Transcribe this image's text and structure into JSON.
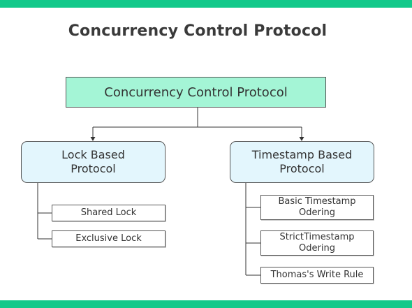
{
  "title": "Concurrency Control Protocol",
  "root": "Concurrency Control Protocol",
  "categories": [
    {
      "label_lines": [
        "Lock Based",
        "Protocol"
      ],
      "children": [
        {
          "lines": [
            "Shared Lock"
          ]
        },
        {
          "lines": [
            "Exclusive Lock"
          ]
        }
      ]
    },
    {
      "label_lines": [
        "Timestamp Based",
        "Protocol"
      ],
      "children": [
        {
          "lines": [
            "Basic Timestamp",
            "Odering"
          ]
        },
        {
          "lines": [
            "StrictTimestamp",
            "Odering"
          ]
        },
        {
          "lines": [
            "Thomas's Write Rule"
          ]
        }
      ]
    }
  ],
  "colors": {
    "band": "#12c98a",
    "root_fill": "#a4f5d6",
    "category_fill": "#e3f6fd",
    "leaf_fill": "#ffffff",
    "line": "#333333"
  }
}
